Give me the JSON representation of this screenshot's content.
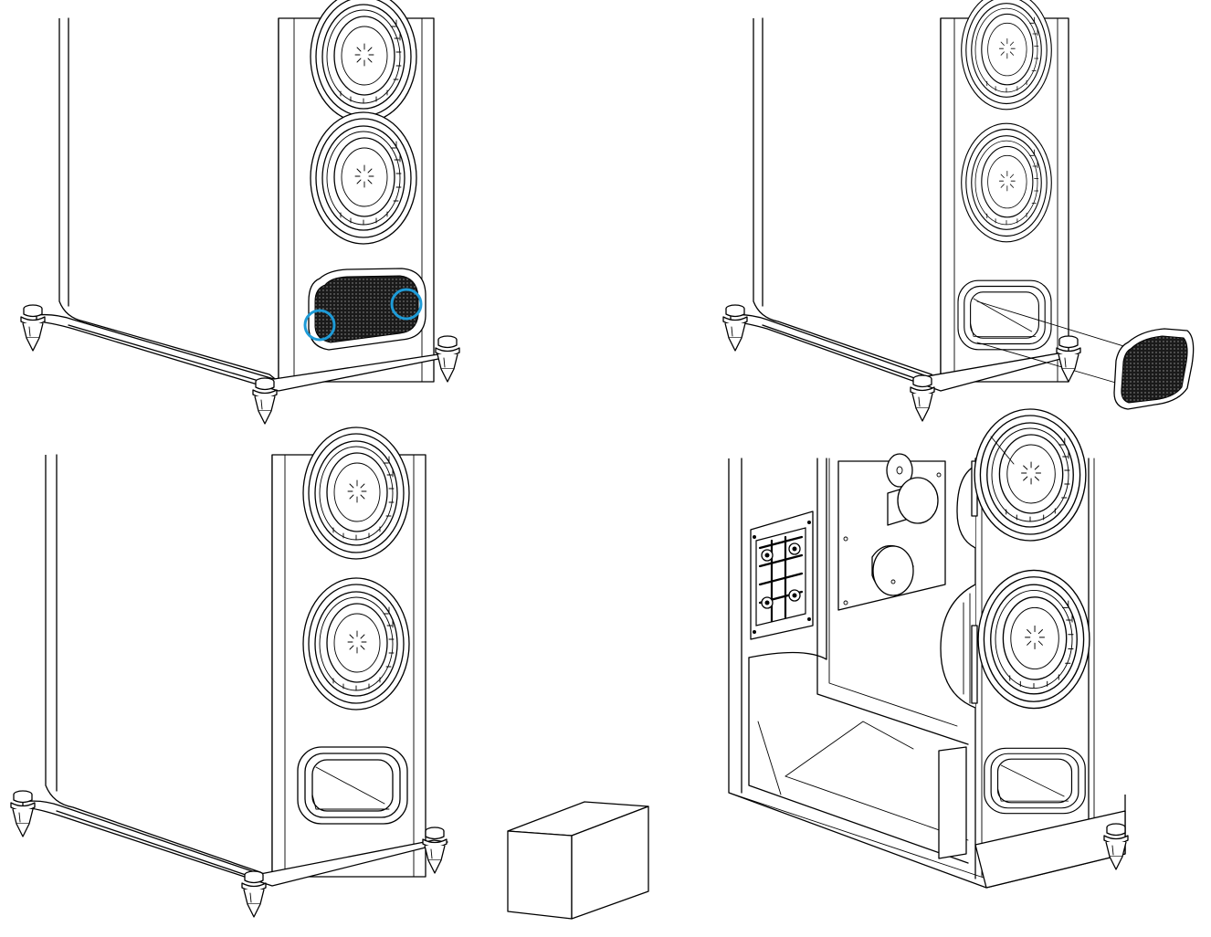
{
  "figure": {
    "panels": [
      {
        "id": "panel-1",
        "step": 1,
        "content": "speaker-with-port-grille-fitted",
        "highlight_color": "#1e9bd7",
        "highlight_markers": 2
      },
      {
        "id": "panel-2",
        "step": 2,
        "content": "port-grille-removed"
      },
      {
        "id": "panel-3",
        "step": 3,
        "content": "port-bung-foam-block"
      },
      {
        "id": "panel-4",
        "step": 4,
        "content": "cabinet-internal-cutaway"
      }
    ],
    "colors": {
      "line": "#000000",
      "background": "#ffffff",
      "highlight": "#1e9bd7",
      "grille_fill": "#1a1a1a"
    }
  }
}
